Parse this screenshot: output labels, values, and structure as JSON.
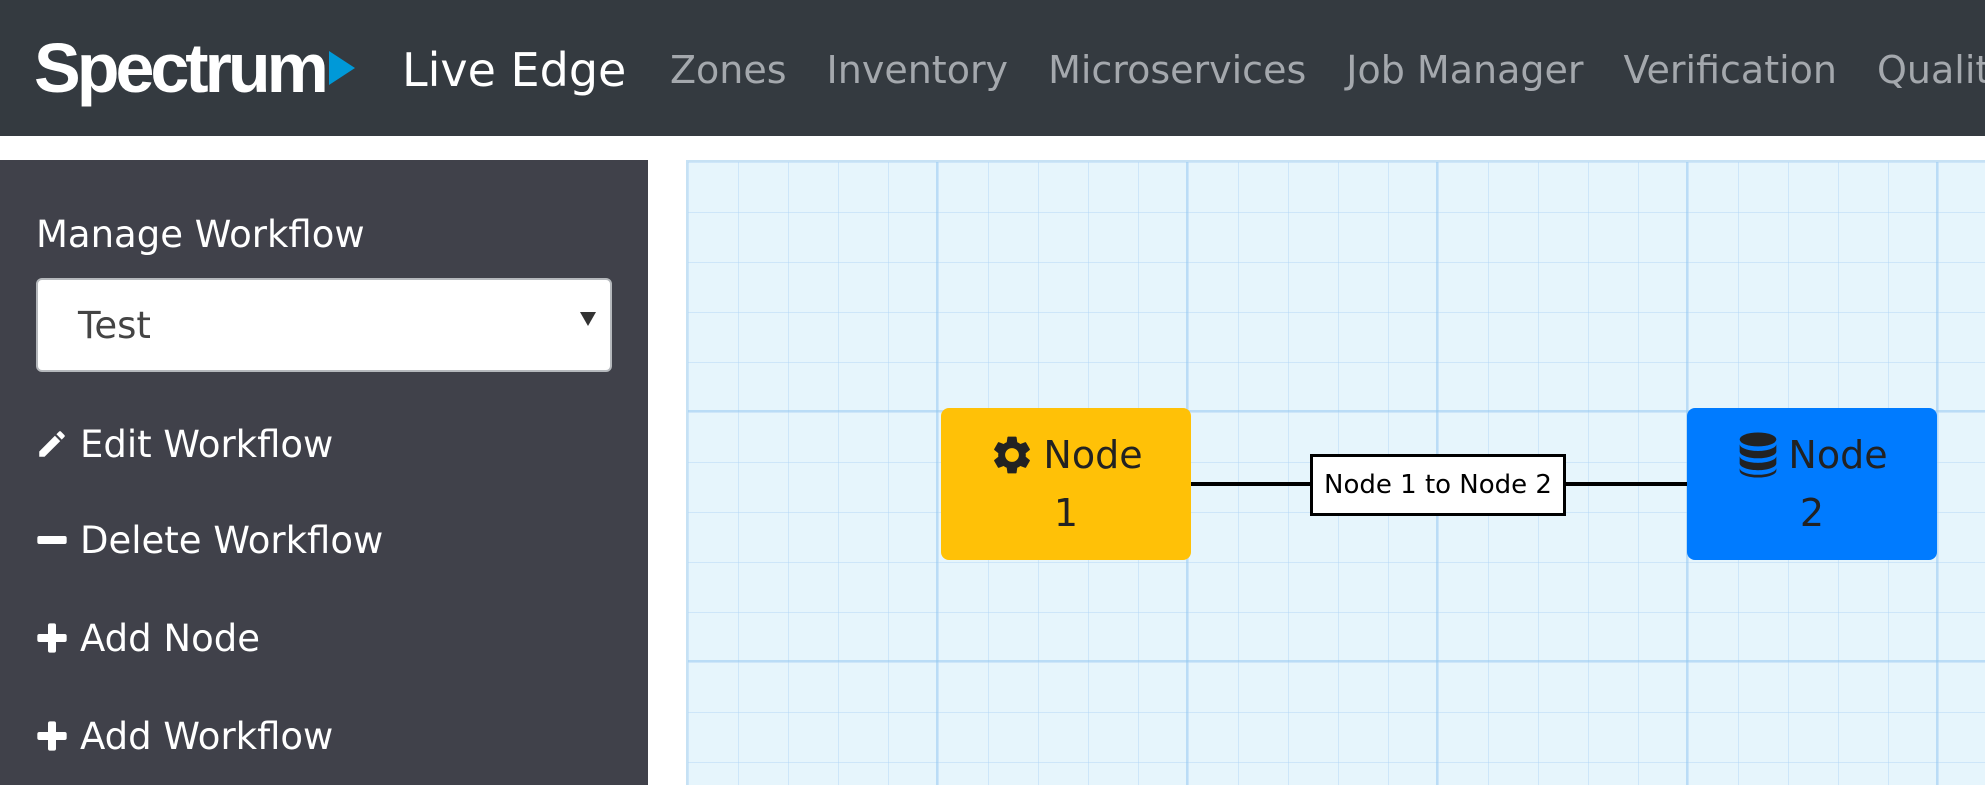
{
  "header": {
    "brand_name": "Spectrum",
    "brand_sub": "Live Edge",
    "nav": [
      "Zones",
      "Inventory",
      "Microservices",
      "Job Manager",
      "Verification",
      "Quality"
    ]
  },
  "sidebar": {
    "title": "Manage Workflow",
    "workflow_select": {
      "value": "Test"
    },
    "items": [
      {
        "label": "Edit Workflow",
        "icon": "pencil-icon"
      },
      {
        "label": "Delete Workflow",
        "icon": "minus-icon"
      },
      {
        "label": "Add Node",
        "icon": "plus-icon"
      },
      {
        "label": "Add Workflow",
        "icon": "plus-icon"
      }
    ]
  },
  "workflow": {
    "nodes": [
      {
        "title": "Node",
        "number": "1",
        "icon": "gear-icon",
        "color": "#ffc107"
      },
      {
        "title": "Node",
        "number": "2",
        "icon": "database-icon",
        "color": "#007bff"
      }
    ],
    "edge_label": "Node 1 to Node 2"
  },
  "colors": {
    "navbar_bg": "#343a40",
    "sidebar_bg": "#40414a",
    "brand_accent": "#0099d8",
    "canvas_bg": "#e6f5fc"
  }
}
